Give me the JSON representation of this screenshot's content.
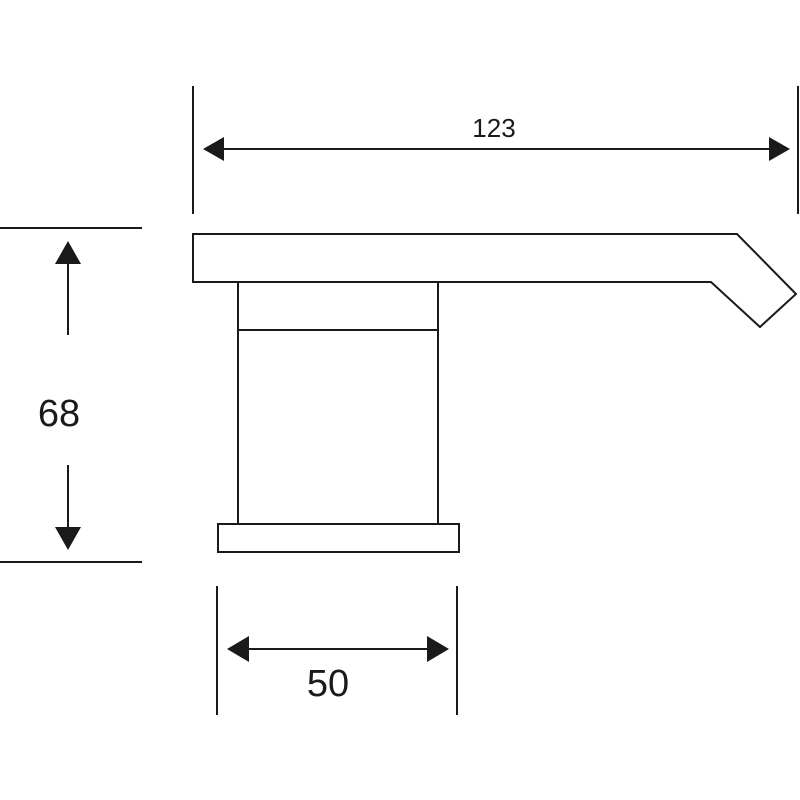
{
  "dimensions": {
    "width_label": "123",
    "height_label": "68",
    "base_label": "50"
  },
  "colors": {
    "line": "#1a1a1a",
    "background": "#ffffff"
  }
}
